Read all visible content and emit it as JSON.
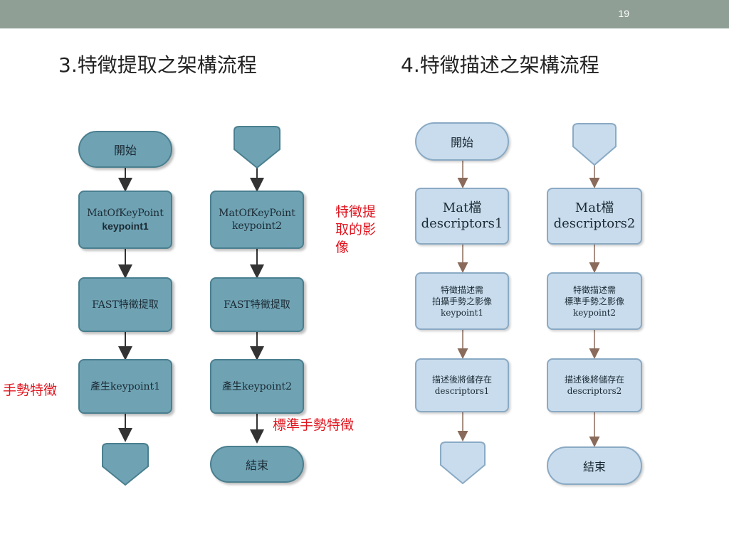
{
  "slide": {
    "page_number": "19",
    "left_title": "3.特徵提取之架構流程",
    "right_title": "4.特徵描述之架構流程"
  },
  "left_flow": {
    "col1": {
      "start": "開始",
      "mat_line1": "MatOfKeyPoint",
      "mat_line2": "keypoint1",
      "fast": "FAST特徵提取",
      "produce": "產生keypoint1"
    },
    "col2": {
      "mat_line1": "MatOfKeyPoint",
      "mat_line2": "keypoint2",
      "fast": "FAST特徵提取",
      "produce": "產生keypoint2",
      "end": "結束"
    }
  },
  "right_flow": {
    "col1": {
      "start": "開始",
      "mat_line1": "Mat檔",
      "mat_line2": "descriptors1",
      "describe_line1": "特徵描述需",
      "describe_line2": "拍攝手勢之影像",
      "describe_line3": "keypoint1",
      "store_line1": "描述後將儲存在",
      "store_line2": "descriptors1"
    },
    "col2": {
      "mat_line1": "Mat檔",
      "mat_line2": "descriptors2",
      "describe_line1": "特徵描述需",
      "describe_line2": "標準手勢之影像",
      "describe_line3": "keypoint2",
      "store_line1": "描述後將儲存在",
      "store_line2": "descriptors2",
      "end": "結束"
    }
  },
  "annotations": {
    "extracted_image_line1": "特徵提",
    "extracted_image_line2": "取的影",
    "extracted_image_line3": "像",
    "gesture_feature": "手勢特徵",
    "standard_gesture_feature": "標準手勢特徵"
  },
  "colors": {
    "topbar": "#8f9f96",
    "left_node_fill": "#6fa3b4",
    "right_node_fill": "#c8dced",
    "annotation": "#e0141e"
  }
}
